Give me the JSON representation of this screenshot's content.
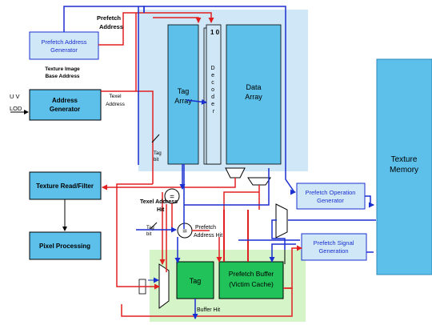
{
  "diagram": {
    "blocks": {
      "prefetch_address_generator": [
        "Prefetch Address",
        "Generator"
      ],
      "address_generator": [
        "Address",
        "Generator"
      ],
      "texture_read_filter": "Texture Read/Filter",
      "pixel_processing": "Pixel Processing",
      "tag_array": [
        "Tag",
        "Array"
      ],
      "decoder_index": "1  0",
      "decoder": [
        "D",
        "e",
        "c",
        "o",
        "d",
        "e",
        "r"
      ],
      "data_array": [
        "Data",
        "Array"
      ],
      "texture_memory": [
        "Texture",
        "Memory"
      ],
      "prefetch_operation_generator": [
        "Prefetch Operation",
        "Generator"
      ],
      "prefetch_signal_generation": [
        "Prefetch Signal",
        "Generation"
      ],
      "tag": "Tag",
      "prefetch_buffer": [
        "Prefetch Buffer",
        "(Victim Cache)"
      ],
      "comparator_symbol": "="
    },
    "labels": {
      "prefetch_address": [
        "Prefetch",
        "Address"
      ],
      "texture_image_base_address": [
        "Texture Image",
        "Base Address"
      ],
      "uv": "U V",
      "lod": "LOD",
      "texel_address": [
        "Texel",
        "Address"
      ],
      "tag_bit_top": [
        "Tag",
        "bit"
      ],
      "tag_bit_left": [
        "Tag",
        "bit"
      ],
      "texel_address_hit": [
        "Texel Address",
        "Hit"
      ],
      "prefetch_address_hit": [
        "Prefetch",
        "Address Hit"
      ],
      "buffer_hit": "Buffer Hit"
    }
  }
}
